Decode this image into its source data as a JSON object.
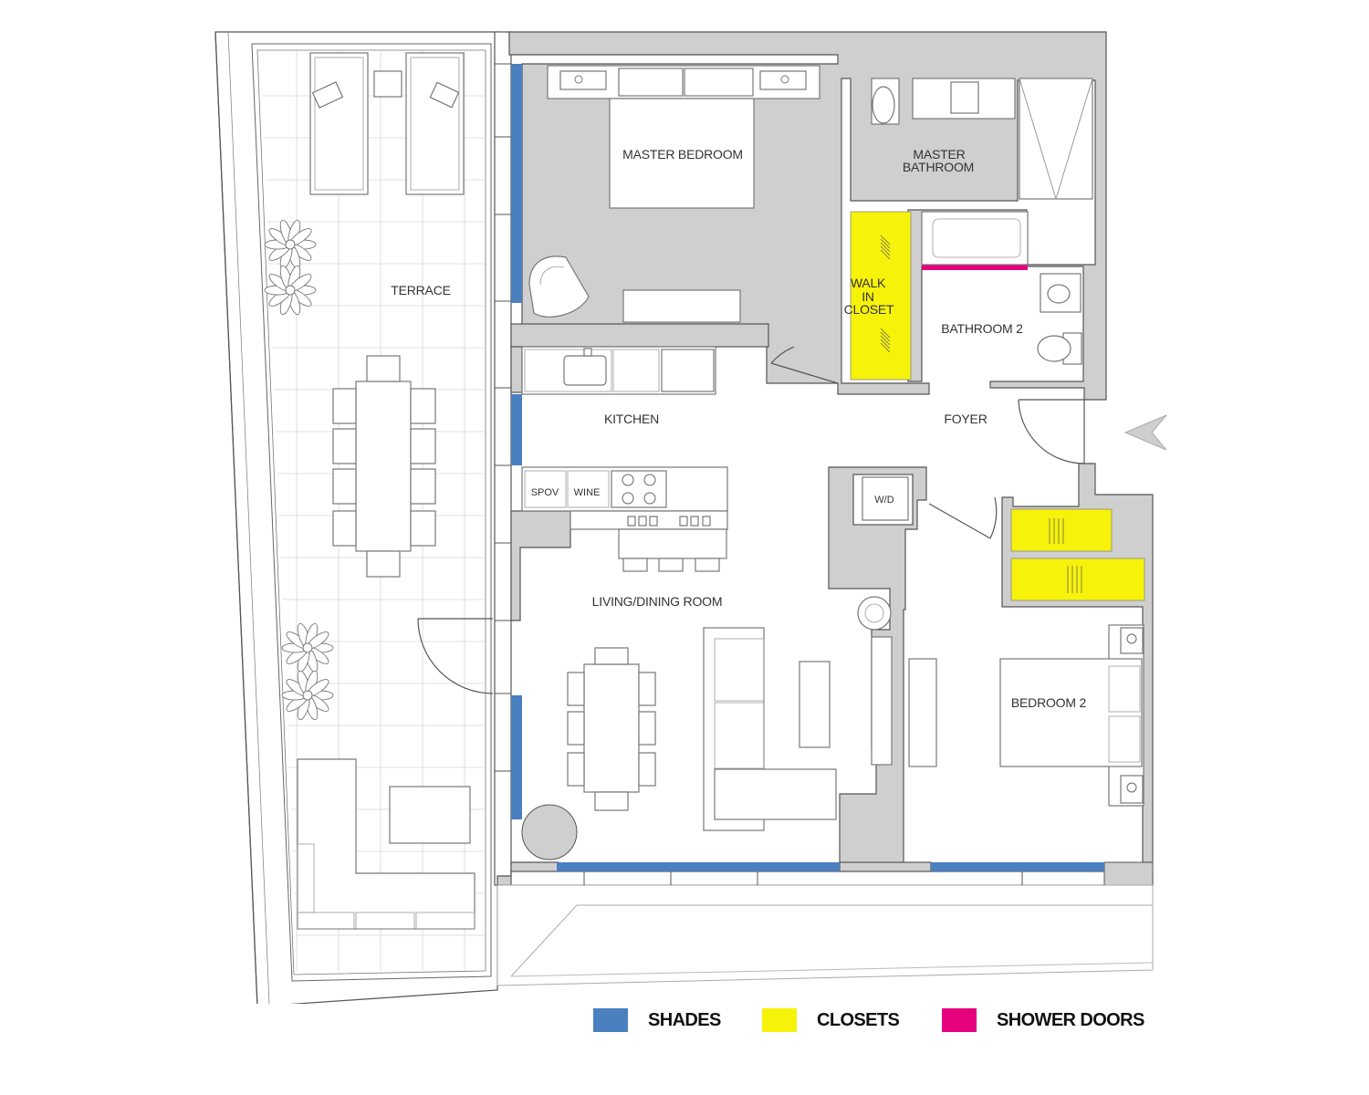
{
  "rooms": {
    "master_bedroom": "MASTER BEDROOM",
    "master_bathroom": [
      "MASTER",
      "BATHROOM"
    ],
    "terrace": "TERRACE",
    "walk_in_closet": [
      "WALK",
      "IN",
      "CLOSET"
    ],
    "bathroom_2": "BATHROOM 2",
    "kitchen": "KITCHEN",
    "foyer": "FOYER",
    "spov": "SPOV",
    "wine": "WINE",
    "wd": "W/D",
    "living_dining": "LIVING/DINING ROOM",
    "bedroom_2": "BEDROOM 2"
  },
  "legend": [
    {
      "label": "SHADES",
      "color": "#4a7fc0"
    },
    {
      "label": "CLOSETS",
      "color": "#f7f20a"
    },
    {
      "label": "SHOWER DOORS",
      "color": "#e6007e"
    }
  ],
  "icons": [
    "entry-arrow-icon",
    "plant-icon",
    "door-swing-icon"
  ]
}
